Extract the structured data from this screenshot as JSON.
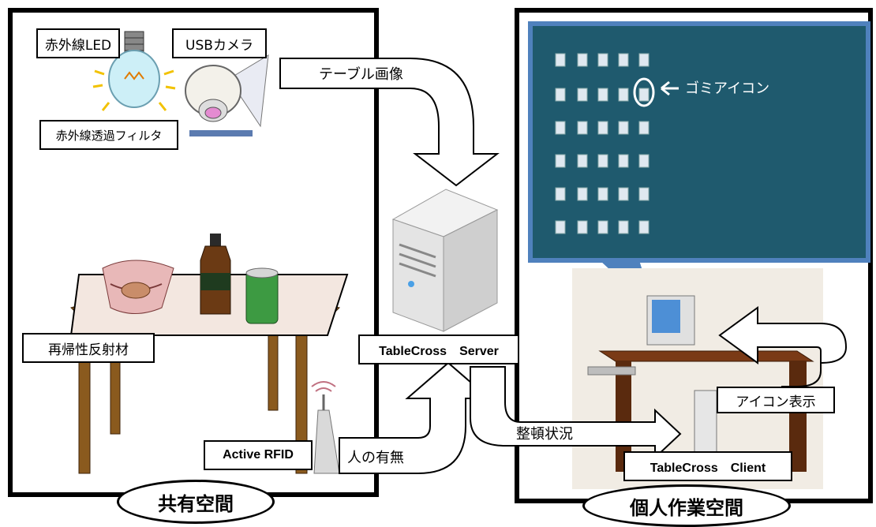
{
  "left_panel": {
    "title": "共有空間",
    "labels": {
      "ir_led": "赤外線LED",
      "usb_camera": "USBカメラ",
      "ir_filter": "赤外線透過フィルタ",
      "retroreflector": "再帰性反射材",
      "active_rfid": "Active RFID"
    }
  },
  "right_panel": {
    "title": "個人作業空間",
    "trash_icon_label": "ゴミアイコン",
    "client_label": "TableCross　Client"
  },
  "server_label": "TableCross　Server",
  "arrows": {
    "table_image": "テーブル画像",
    "presence": "人の有無",
    "tidiness": "整頓状況",
    "icon_display": "アイコン表示"
  },
  "colors": {
    "desktop_bg": "#1f5a6e",
    "desktop_border": "#4f81bd",
    "desk_brown": "#8b3f1f",
    "table_cloth": "#f3e7e0"
  },
  "icons": [
    "light-bulb-icon",
    "usb-camera-icon",
    "server-tower-icon",
    "table-icon",
    "bottle-icon",
    "can-icon",
    "basket-icon",
    "rfid-antenna-icon",
    "desktop-computer-icon",
    "trash-file-icon"
  ]
}
